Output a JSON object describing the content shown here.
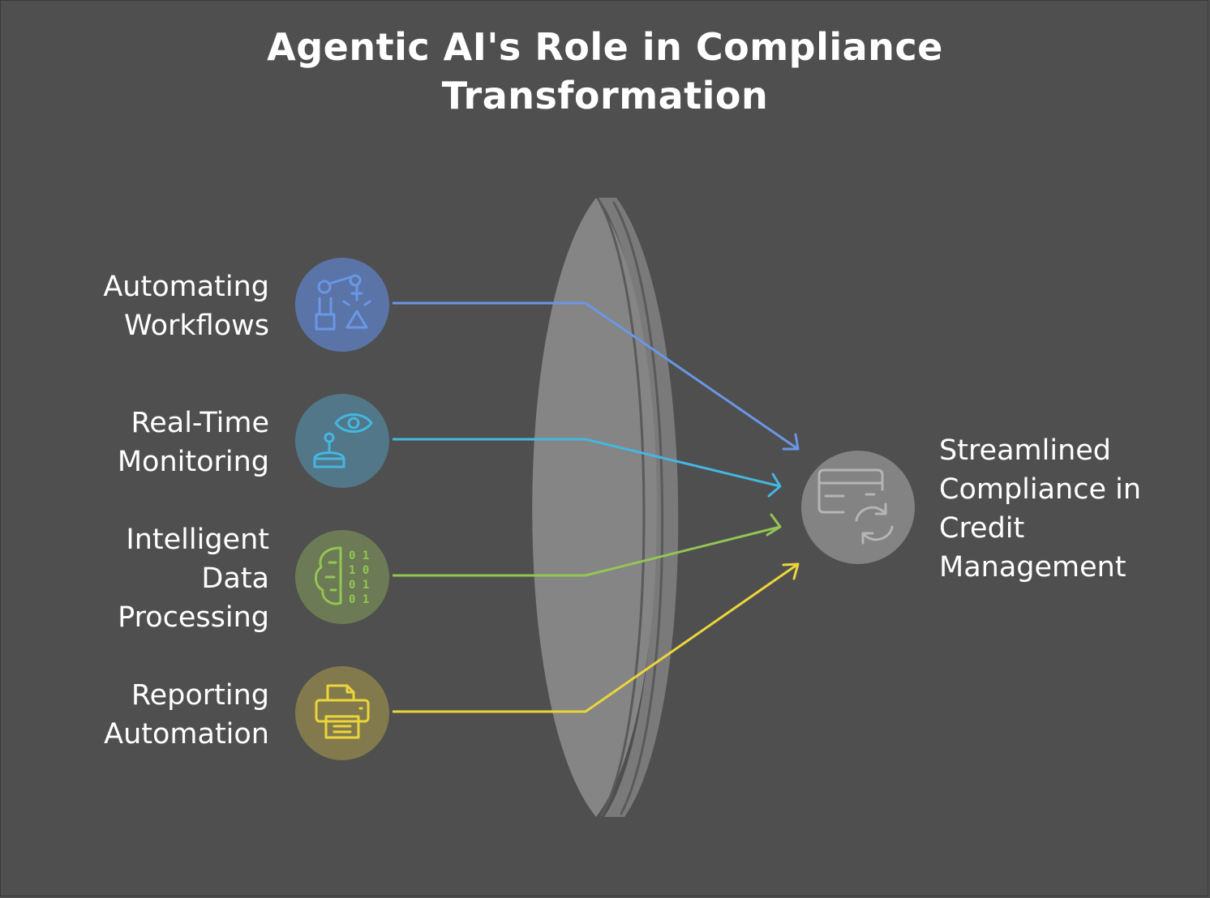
{
  "title": {
    "line1": "Agentic AI's Role in Compliance",
    "line2": "Transformation"
  },
  "inputs": [
    {
      "line1": "Automating",
      "line2": "Workflows",
      "line3": "",
      "icon": "robot-arm-icon",
      "color": "#6a96e6",
      "fill": "#5a74a8"
    },
    {
      "line1": "Real-Time",
      "line2": "Monitoring",
      "line3": "",
      "icon": "robot-eye-icon",
      "color": "#45b6e2",
      "fill": "#527788"
    },
    {
      "line1": "Intelligent",
      "line2": "Data",
      "line3": "Processing",
      "icon": "brain-binary-icon",
      "color": "#93c653",
      "fill": "#6c7a55"
    },
    {
      "line1": "Reporting",
      "line2": "Automation",
      "line3": "",
      "icon": "printer-icon",
      "color": "#ecd53a",
      "fill": "#827a4c"
    }
  ],
  "output": {
    "line1": "Streamlined",
    "line2": "Compliance in",
    "line3": "Credit",
    "line4": "Management",
    "icon": "credit-card-sync-icon",
    "color": "#b5b5b5",
    "fill": "#838383"
  },
  "lens": {
    "color": "#858585",
    "edge": "#5a5a5a"
  }
}
